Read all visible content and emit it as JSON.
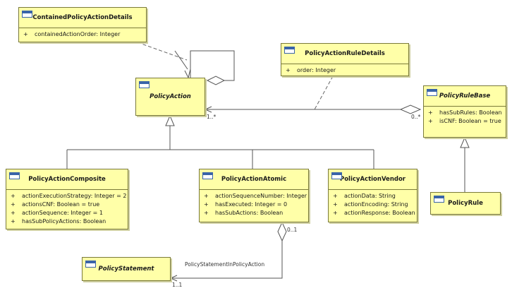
{
  "classes": {
    "contained": {
      "name": "ContainedPolicyActionDetails",
      "attributes": [
        {
          "vis": "+",
          "text": "containedActionOrder: Integer"
        }
      ]
    },
    "ruledetails": {
      "name": "PolicyActionRuleDetails",
      "attributes": [
        {
          "vis": "+",
          "text": "order: Integer"
        }
      ]
    },
    "policyaction": {
      "name": "PolicyAction"
    },
    "rulebase": {
      "name": "PolicyRuleBase",
      "attributes": [
        {
          "vis": "+",
          "text": "hasSubRules: Boolean"
        },
        {
          "vis": "+",
          "text": "isCNF: Boolean = true"
        }
      ]
    },
    "composite": {
      "name": "PolicyActionComposite",
      "attributes": [
        {
          "vis": "+",
          "text": "actionExecutionStrategy: Integer = 2"
        },
        {
          "vis": "+",
          "text": "actionsCNF: Boolean = true"
        },
        {
          "vis": "+",
          "text": "actionSequence: Integer = 1"
        },
        {
          "vis": "+",
          "text": "hasSubPolicyActions: Boolean"
        }
      ]
    },
    "atomic": {
      "name": "PolicyActionAtomic",
      "attributes": [
        {
          "vis": "+",
          "text": "actionSequenceNumber: Integer"
        },
        {
          "vis": "+",
          "text": "hasExecuted: Integer = 0"
        },
        {
          "vis": "+",
          "text": "hasSubActions: Boolean"
        }
      ]
    },
    "vendor": {
      "name": "PolicyActionVendor",
      "attributes": [
        {
          "vis": "+",
          "text": "actionData: String"
        },
        {
          "vis": "+",
          "text": "actionEncoding: String"
        },
        {
          "vis": "+",
          "text": "actionResponse: Boolean"
        }
      ]
    },
    "rule": {
      "name": "PolicyRule"
    },
    "statement": {
      "name": "PolicyStatement"
    }
  },
  "labels": {
    "mult_action_side": "1..*",
    "mult_rulebase_side": "0..*",
    "mult_atomic_side": "0..1",
    "mult_statement_side": "1..1",
    "assoc_name": "PolicyStatementInPolicyAction"
  }
}
